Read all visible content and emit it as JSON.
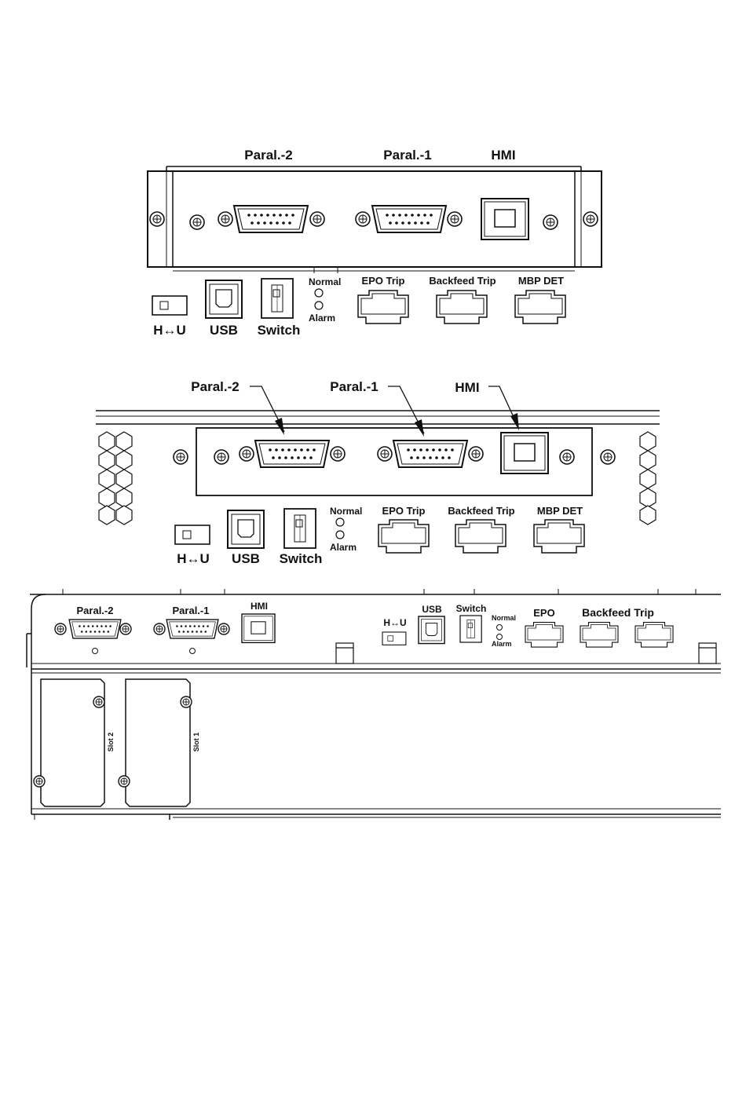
{
  "diagram1": {
    "labels": {
      "paral2": "Paral.-2",
      "paral1": "Paral.-1",
      "hmi": "HMI",
      "normal": "Normal",
      "alarm": "Alarm",
      "epo": "EPO Trip",
      "backfeed": "Backfeed Trip",
      "mbp": "MBP DET",
      "hu": "H↔U",
      "usb": "USB",
      "switch": "Switch"
    }
  },
  "diagram2": {
    "labels": {
      "paral2": "Paral.-2",
      "paral1": "Paral.-1",
      "hmi": "HMI",
      "normal": "Normal",
      "alarm": "Alarm",
      "epo": "EPO Trip",
      "backfeed": "Backfeed Trip",
      "mbp": "MBP DET",
      "hu": "H↔U",
      "usb": "USB",
      "switch": "Switch"
    }
  },
  "diagram3": {
    "labels": {
      "paral2": "Paral.-2",
      "paral1": "Paral.-1",
      "hmi": "HMI",
      "hu": "H↔U",
      "usb": "USB",
      "switch": "Switch",
      "normal": "Normal",
      "alarm": "Alarm",
      "epo": "EPO",
      "backfeed": "Backfeed Trip",
      "slot2": "Slot 2",
      "slot1": "Slot 1"
    }
  }
}
